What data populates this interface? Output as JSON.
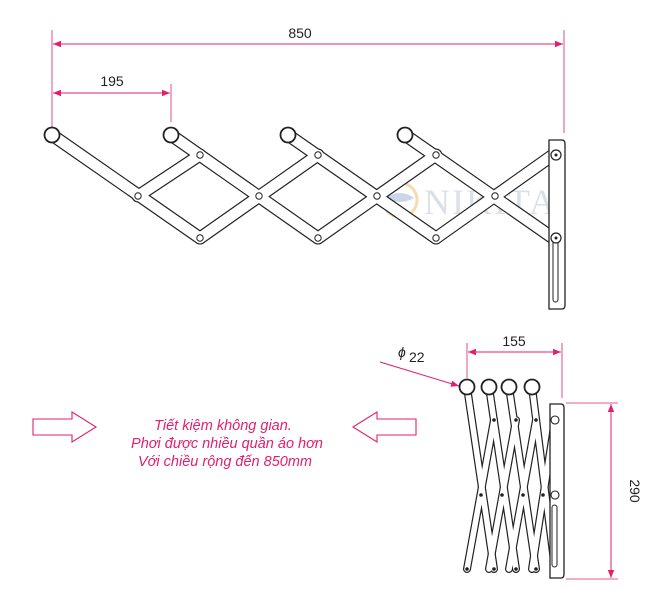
{
  "dimensions": {
    "total_width": "850",
    "pitch": "195",
    "folded_width": "155",
    "height": "290",
    "tube_diameter": "22"
  },
  "symbols": {
    "diameter": "ϕ"
  },
  "note": {
    "line1": "Tiết kiệm không gian.",
    "line2": "Phơi được nhiều quần áo hơn",
    "line3": "Với chiều rộng đến 850mm"
  },
  "logo": {
    "text": "NIKITA"
  },
  "colors": {
    "dimension_line": "#e0206f",
    "note_text": "#e0206f",
    "arrow_outline": "#e0206f",
    "drawing_line": "#222222"
  }
}
